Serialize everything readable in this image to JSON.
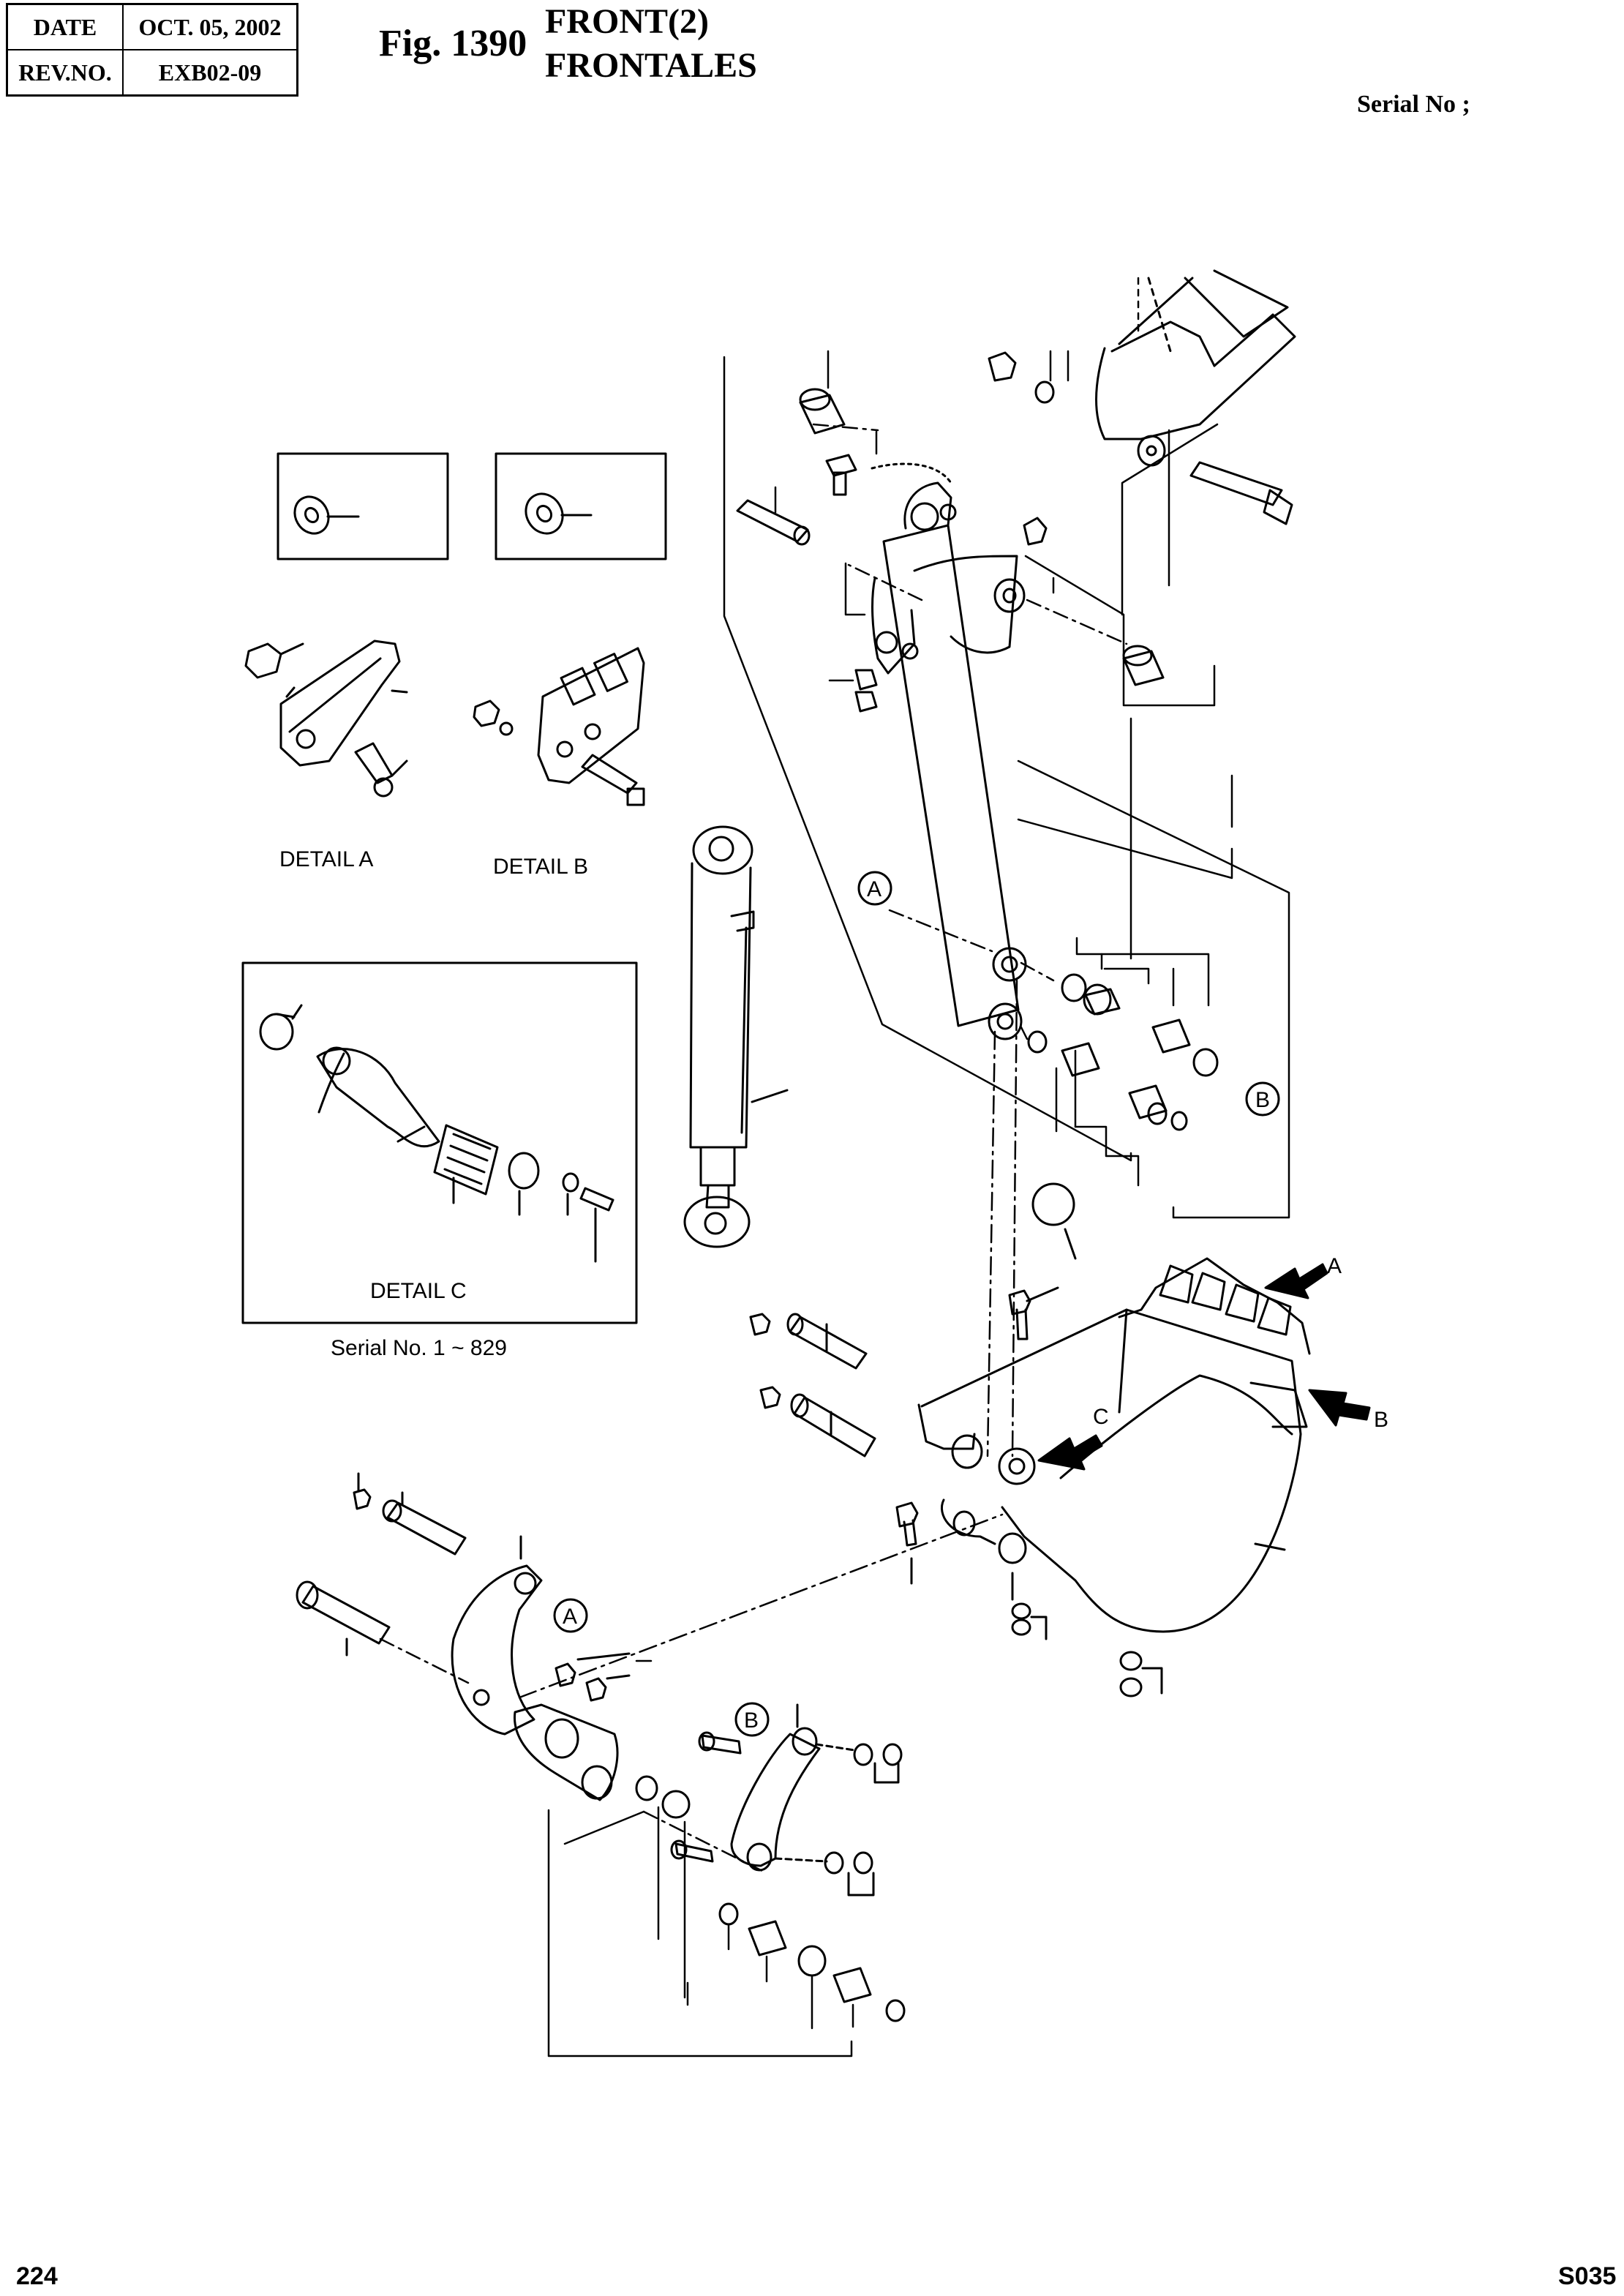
{
  "header": {
    "date_label": "DATE",
    "date_value": "OCT. 05, 2002",
    "rev_label": "REV.NO.",
    "rev_value": "EXB02-09",
    "fig_number": "Fig. 1390",
    "title_line1": "FRONT(2)",
    "title_line2": "FRONTALES",
    "serial_label": "Serial No ;"
  },
  "details": {
    "detail_a": "DETAIL  A",
    "detail_b": "DETAIL  B",
    "detail_c": "DETAIL  C",
    "serial_range": "Serial No. 1 ~ 829"
  },
  "callouts": {
    "a": "A",
    "b": "B",
    "c": "C"
  },
  "footer": {
    "page_number": "224",
    "code": "S035"
  }
}
